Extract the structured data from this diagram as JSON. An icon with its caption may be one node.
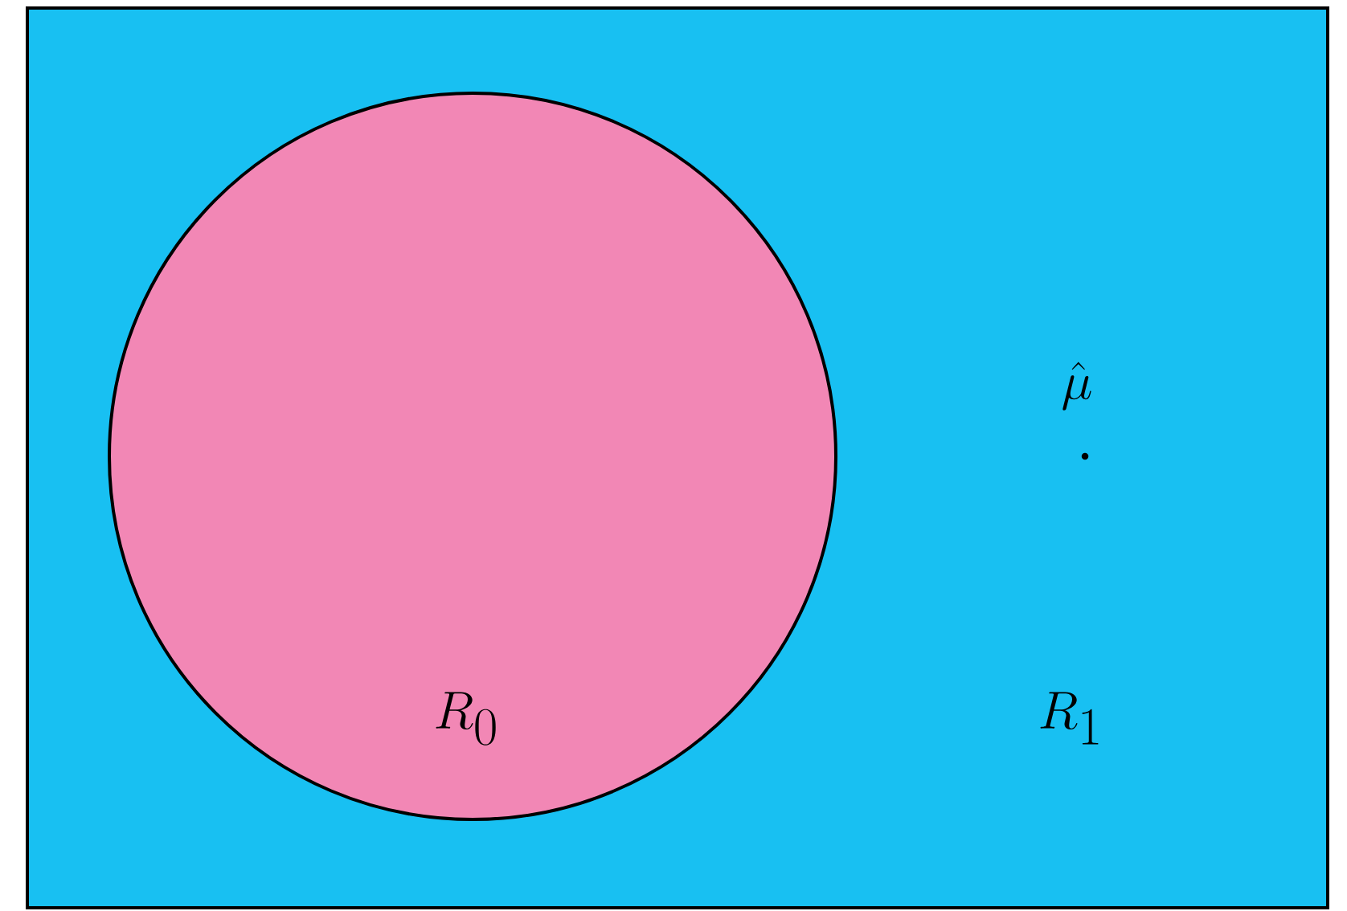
{
  "diagram": {
    "nodes": [
      {
        "text": [
          "R_1"
        ]
      },
      {
        "text": [
          "R_0"
        ],
        "in": 0
      }
    ],
    "labels": [
      "\\hat{\\mu}"
    ]
  }
}
